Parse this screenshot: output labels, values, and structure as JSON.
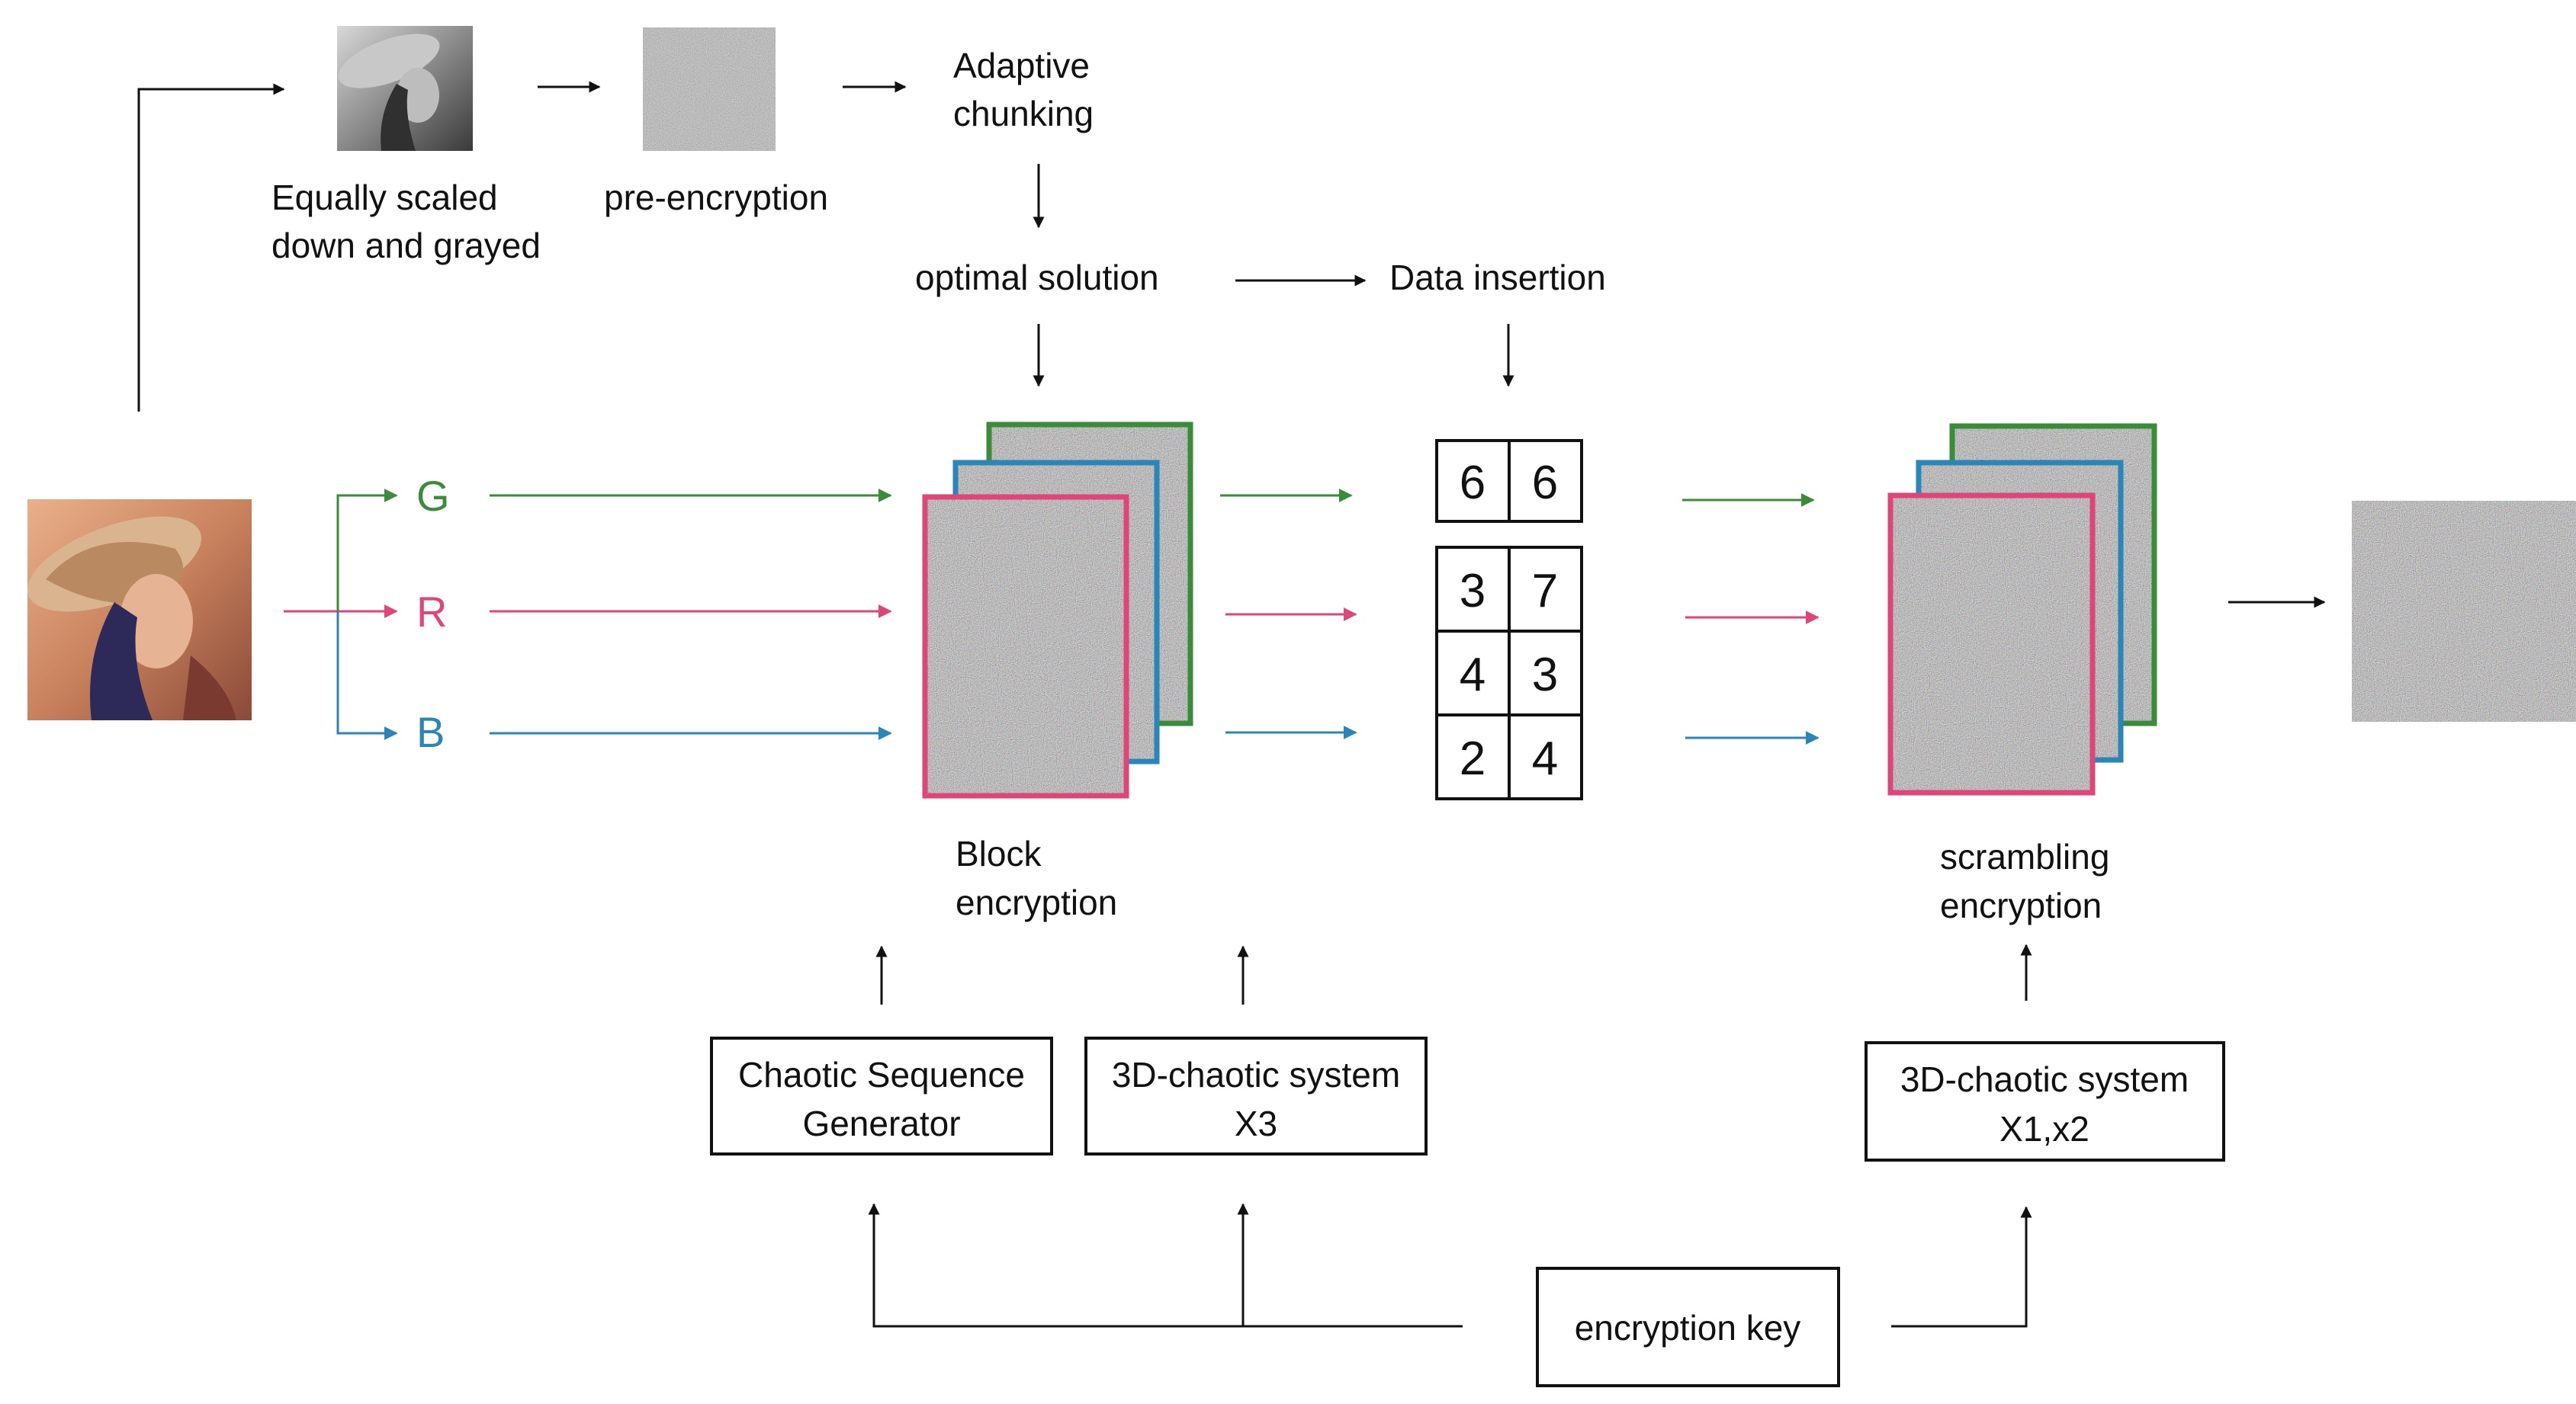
{
  "steps": {
    "scale_gray": [
      "Equally scaled",
      "down and grayed"
    ],
    "pre_encryption": "pre-encryption",
    "adaptive_chunking": [
      "Adaptive",
      "chunking"
    ],
    "optimal_solution": "optimal solution",
    "data_insertion": "Data insertion",
    "block_encryption": [
      "Block",
      "encryption"
    ],
    "scrambling_encryption": [
      "scrambling",
      "encryption"
    ]
  },
  "channels": [
    {
      "label": "G",
      "color": "#3a8c3a"
    },
    {
      "label": "R",
      "color": "#e0457a"
    },
    {
      "label": "B",
      "color": "#2a86b8"
    }
  ],
  "boxes": {
    "chaotic_sequence_generator": [
      "Chaotic Sequence",
      "Generator"
    ],
    "chaotic_system_x3": [
      "3D-chaotic system",
      "X3"
    ],
    "chaotic_system_x1x2": [
      "3D-chaotic system",
      "X1,x2"
    ],
    "encryption_key": "encryption key"
  },
  "grid": {
    "top_row": [
      "6",
      "6"
    ],
    "rows": [
      [
        "3",
        "7"
      ],
      [
        "4",
        "3"
      ],
      [
        "2",
        "4"
      ]
    ]
  },
  "colors": {
    "green_frame": "#3a8c3a",
    "blue_frame": "#2a86b8",
    "pink_frame": "#e0457a",
    "arrow": "#111111"
  }
}
